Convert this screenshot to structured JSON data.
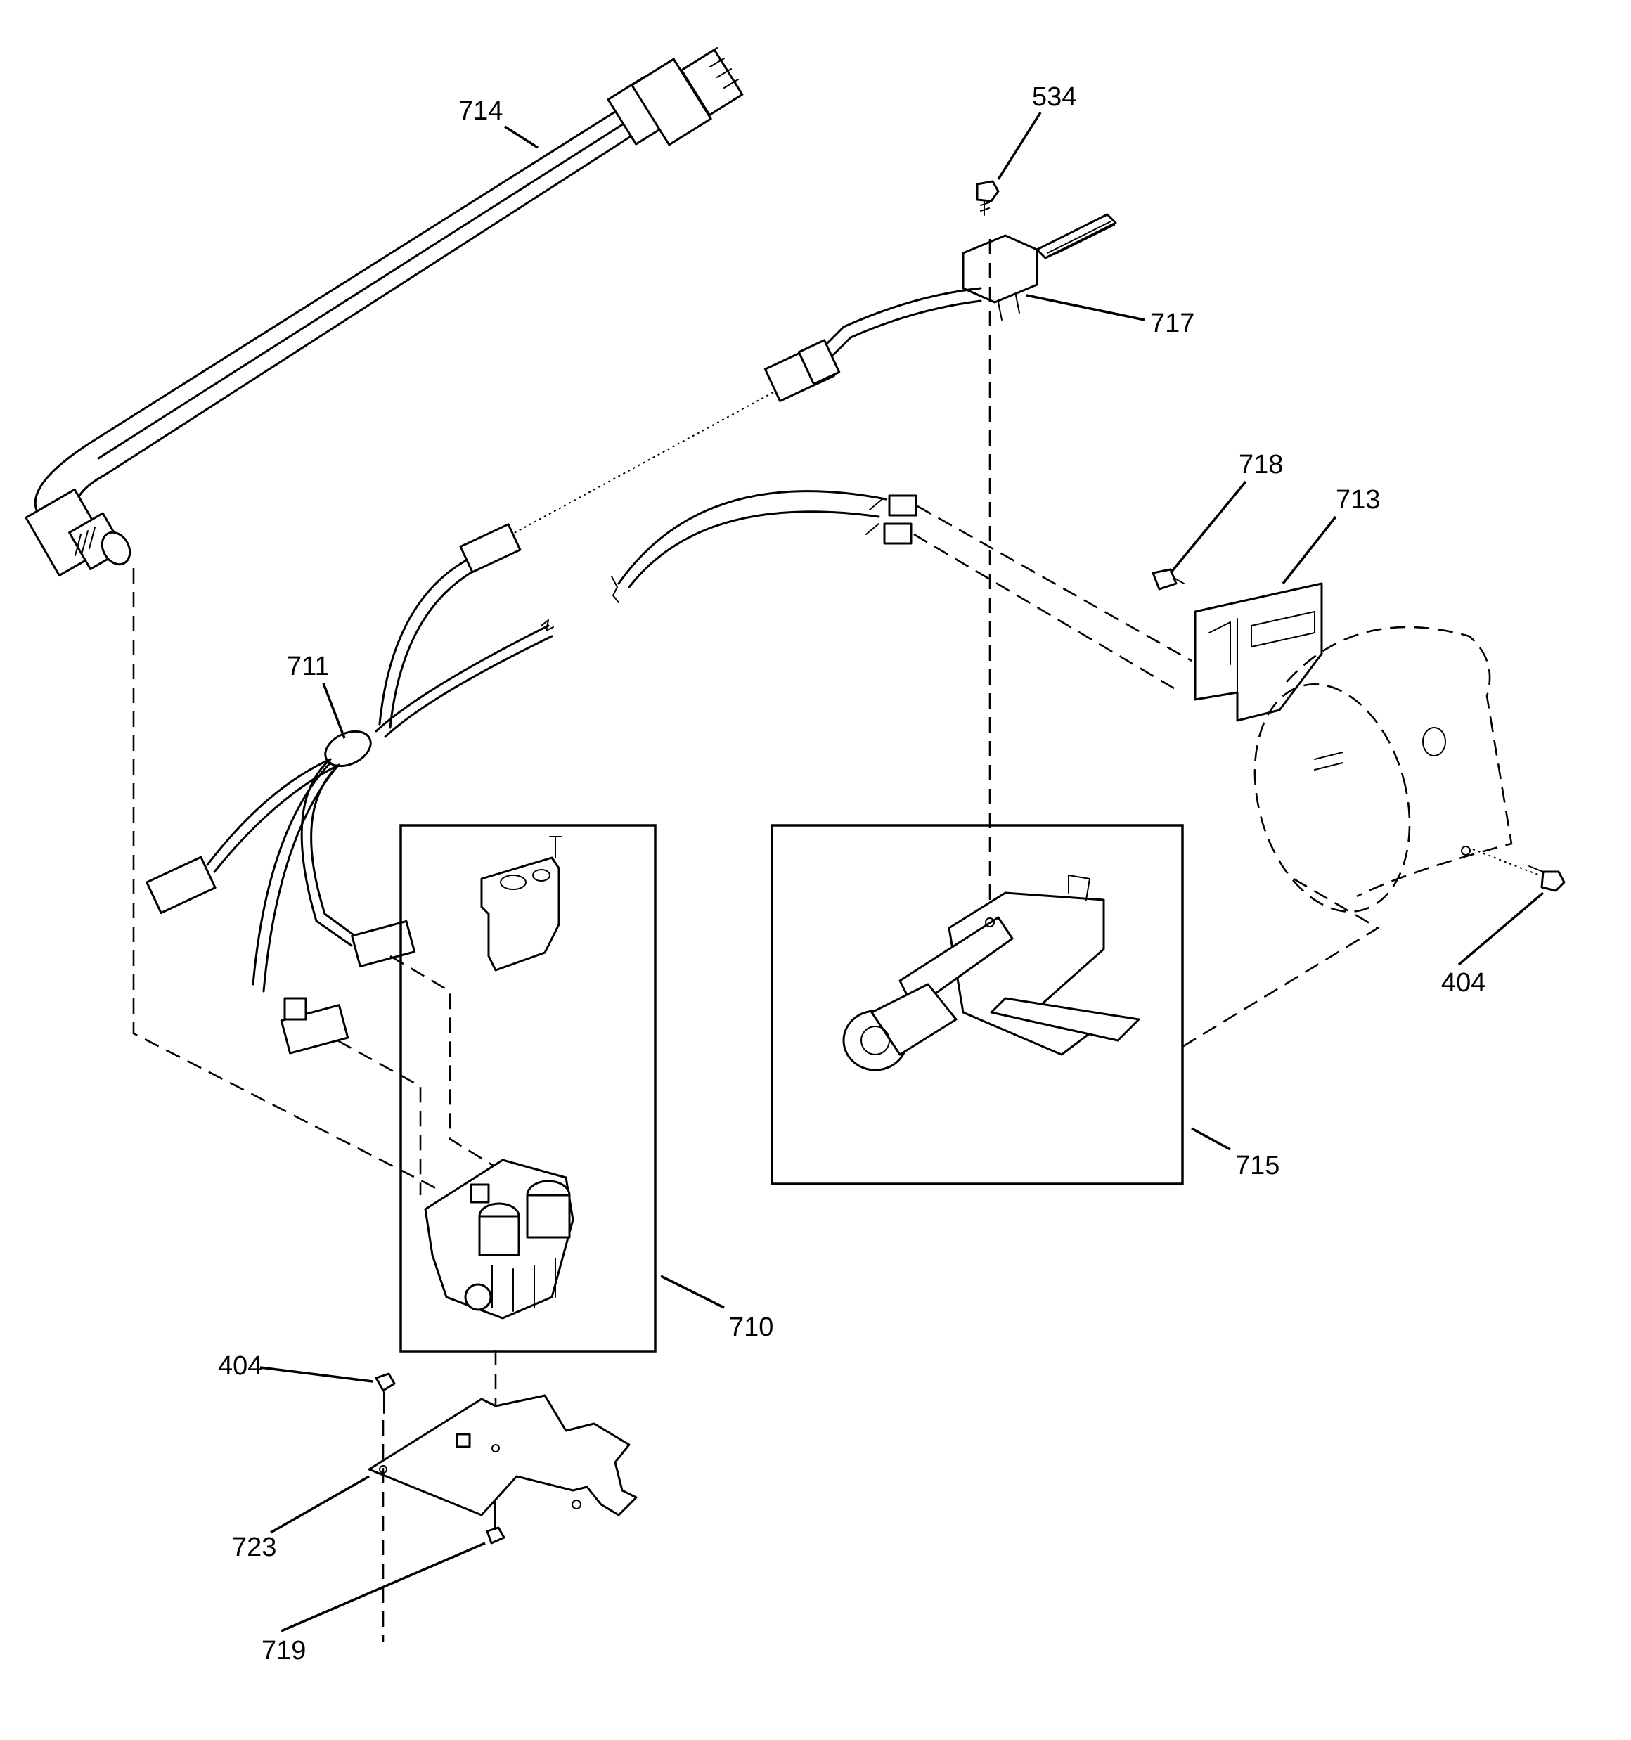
{
  "callouts": [
    {
      "id": "714",
      "text": "714"
    },
    {
      "id": "534",
      "text": "534"
    },
    {
      "id": "717",
      "text": "717"
    },
    {
      "id": "718",
      "text": "718"
    },
    {
      "id": "713",
      "text": "713"
    },
    {
      "id": "711",
      "text": "711"
    },
    {
      "id": "404a",
      "text": "404"
    },
    {
      "id": "715",
      "text": "715"
    },
    {
      "id": "710",
      "text": "710"
    },
    {
      "id": "404b",
      "text": "404"
    },
    {
      "id": "723",
      "text": "723"
    },
    {
      "id": "719",
      "text": "719"
    }
  ]
}
